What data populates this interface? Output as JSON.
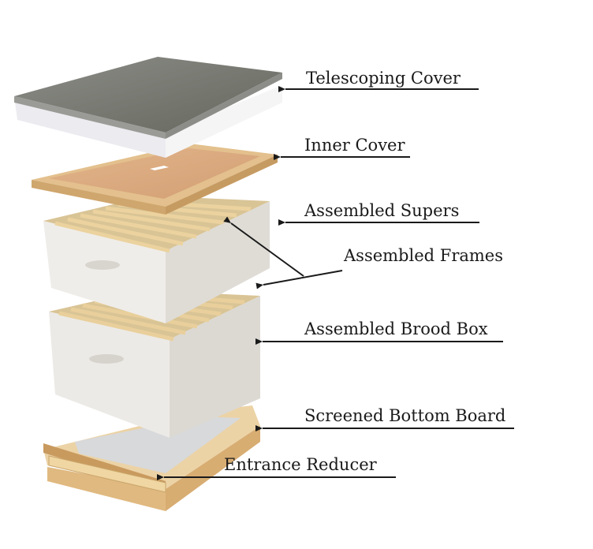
{
  "labels": {
    "telescoping_cover": "Telescoping Cover",
    "inner_cover": "Inner Cover",
    "assembled_supers": "Assembled Supers",
    "assembled_frames": "Assembled Frames",
    "assembled_brood_box": "Assembled Brood Box",
    "screened_bottom_board": "Screened Bottom Board",
    "entrance_reducer": "Entrance Reducer"
  },
  "colors": {
    "metal_lid": "#7a7c76",
    "painted_box": "#ebe8e4",
    "wood": "#e3c08d",
    "plywood": "#d9a77d",
    "line": "#1a1a1a"
  }
}
